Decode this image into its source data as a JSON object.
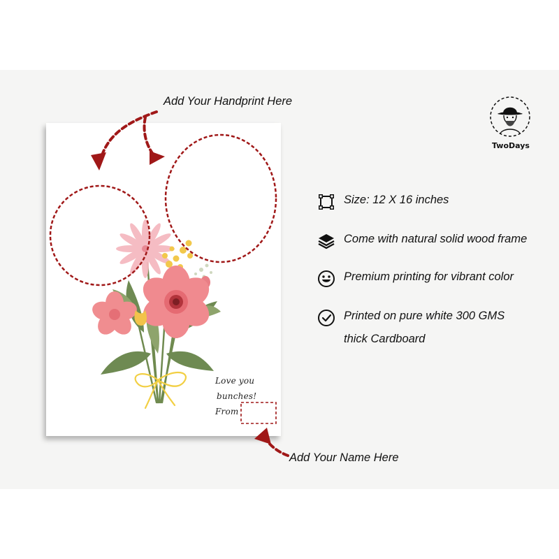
{
  "callouts": {
    "handprint": "Add Your Handprint Here",
    "name": "Add Your Name Here"
  },
  "card": {
    "note_line1": "Love you",
    "note_line2": "bunches!",
    "note_line3": "From"
  },
  "features": [
    {
      "icon": "crop-frame-icon",
      "text": "Size: 12 X 16 inches"
    },
    {
      "icon": "layers-icon",
      "text": "Come with natural solid wood frame"
    },
    {
      "icon": "smile-icon",
      "text": "Premium printing for vibrant color"
    },
    {
      "icon": "check-circle-icon",
      "text_line1": "Printed on pure white 300 GMS",
      "text_line2": "thick Cardboard"
    }
  ],
  "brand": {
    "name": "TwoDays",
    "logo_icon": "cowboy-portrait-icon"
  },
  "colors": {
    "accent_red": "#a01818",
    "band_bg": "#f5f5f4",
    "bow_yellow": "#f2cf43"
  }
}
